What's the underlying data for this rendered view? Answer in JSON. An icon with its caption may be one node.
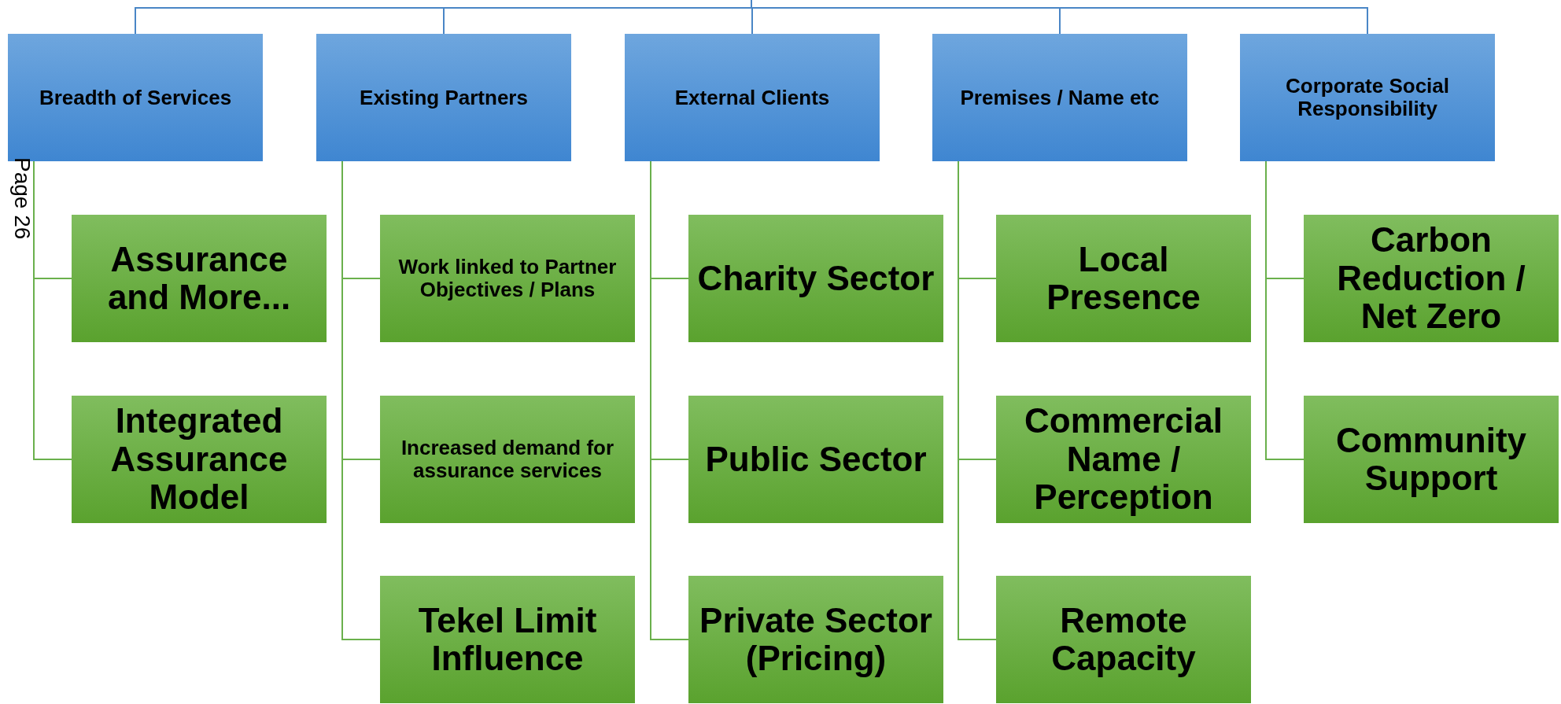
{
  "diagram": {
    "nodes": [
      {
        "text": [
          "Breadth of Services"
        ]
      },
      {
        "text": [
          "Existing Partners"
        ]
      },
      {
        "text": [
          "External Clients"
        ]
      },
      {
        "text": [
          "Premises / Name etc"
        ]
      },
      {
        "text": [
          "Corporate Social Responsibility"
        ]
      },
      {
        "text": [
          "Assurance and More..."
        ]
      },
      {
        "text": [
          "Integrated Assurance Model"
        ]
      },
      {
        "text": [
          "Work linked to Partner Objectives / Plans"
        ]
      },
      {
        "text": [
          "Increased demand for assurance services"
        ]
      },
      {
        "text": [
          "Tekel Limit Influence"
        ]
      },
      {
        "text": [
          "Charity Sector"
        ]
      },
      {
        "text": [
          "Public Sector"
        ]
      },
      {
        "text": [
          "Private Sector (Pricing)"
        ]
      },
      {
        "text": [
          "Local Presence"
        ]
      },
      {
        "text": [
          "Commercial Name / Perception"
        ]
      },
      {
        "text": [
          "Remote Capacity"
        ]
      },
      {
        "text": [
          "Carbon Reduction / Net Zero"
        ]
      },
      {
        "text": [
          "Community Support"
        ]
      }
    ],
    "edges": [
      {
        "from": null,
        "to": 0,
        "arrow": "none",
        "color": "#4a86c6"
      },
      {
        "from": null,
        "to": 1,
        "arrow": "none",
        "color": "#4a86c6"
      },
      {
        "from": null,
        "to": 2,
        "arrow": "none",
        "color": "#4a86c6"
      },
      {
        "from": null,
        "to": 3,
        "arrow": "none",
        "color": "#4a86c6"
      },
      {
        "from": null,
        "to": 4,
        "arrow": "none",
        "color": "#4a86c6"
      },
      {
        "from": 0,
        "to": 5,
        "arrow": "none"
      },
      {
        "from": 0,
        "to": 6,
        "arrow": "none"
      },
      {
        "from": 1,
        "to": 7,
        "arrow": "none"
      },
      {
        "from": 1,
        "to": 8,
        "arrow": "none"
      },
      {
        "from": 1,
        "to": 9,
        "arrow": "none"
      },
      {
        "from": 2,
        "to": 10,
        "arrow": "none"
      },
      {
        "from": 2,
        "to": 11,
        "arrow": "none"
      },
      {
        "from": 2,
        "to": 12,
        "arrow": "none"
      },
      {
        "from": 3,
        "to": 13,
        "arrow": "none"
      },
      {
        "from": 3,
        "to": 14,
        "arrow": "none"
      },
      {
        "from": 3,
        "to": 15,
        "arrow": "none"
      },
      {
        "from": 4,
        "to": 16,
        "arrow": "none"
      },
      {
        "from": 4,
        "to": 17,
        "arrow": "none"
      }
    ],
    "labels": [
      "Page 26"
    ]
  }
}
